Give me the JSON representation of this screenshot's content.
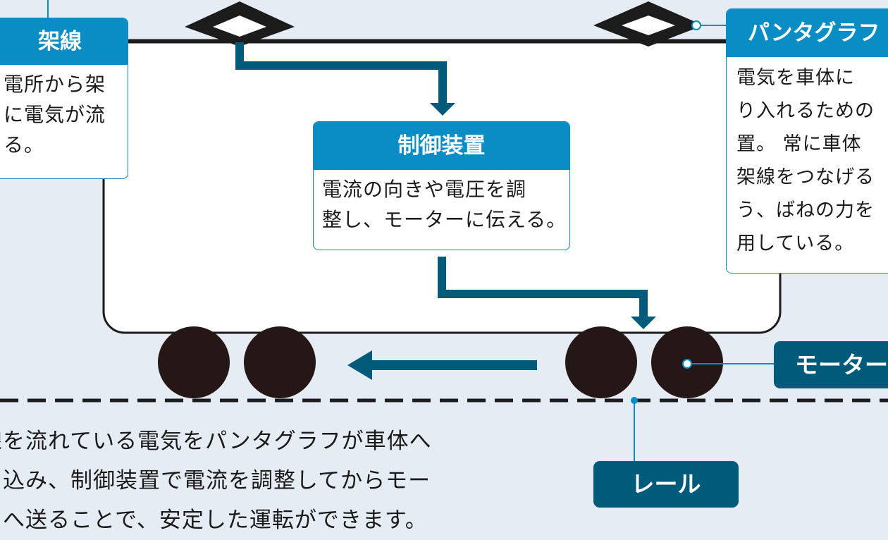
{
  "labels": {
    "overhead_wire": {
      "title": "架線",
      "body": "電所から架\nに電気が流\nる。"
    },
    "control_device": {
      "title": "制御装置",
      "body": "電流の向きや電圧を調\n整し、モーターに伝える。"
    },
    "pantograph": {
      "title": "パンタグラフ",
      "body": "電気を車体に\nり入れるための\n置。 常に車体\n架線をつなげる\nう、ばねの力を\n用している。"
    },
    "motor": "モーター",
    "rail": "レール"
  },
  "caption": "線を流れている電気をパンタグラフが車体へ\nり込み、制御装置で電流を調整してからモー\nーへ送ることで、安定した運転ができます。",
  "colors": {
    "background": "#e5ecf3",
    "card_header": "#0a8cc4",
    "tag": "#005a7a",
    "arrow": "#005a7a",
    "body_outline": "#1c1c1c",
    "wheel": "#241715"
  }
}
